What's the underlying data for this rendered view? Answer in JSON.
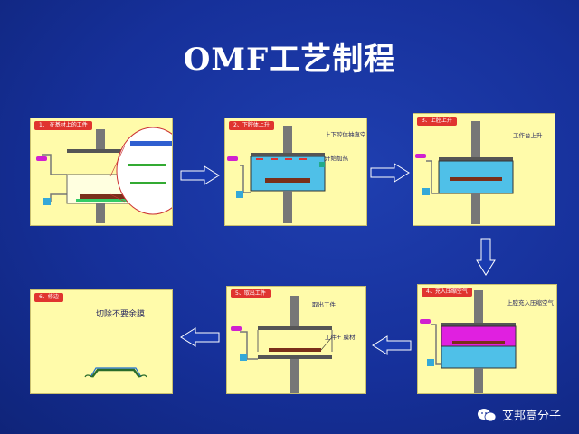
{
  "title": "OMF工艺制程",
  "panels": [
    {
      "id": "p1",
      "step": "1、 在基材上的工件",
      "notes": []
    },
    {
      "id": "p2",
      "step": "2、下腔体上升",
      "notes": [
        "上下腔体抽真空",
        "开始加热"
      ]
    },
    {
      "id": "p3",
      "step": "3、上腔上升",
      "notes": [
        "工作台上升"
      ]
    },
    {
      "id": "p4",
      "step": "4、充入压缩空气",
      "notes": [
        "上腔充入压缩空气"
      ]
    },
    {
      "id": "p5",
      "step": "5、取出工件",
      "notes": [
        "取出工件",
        "工件+ 膜材"
      ]
    },
    {
      "id": "p6",
      "step": "6、修边",
      "notes": [
        "切除不要余膜"
      ]
    }
  ],
  "footer": {
    "brand": "艾邦高分子"
  },
  "colors": {
    "background": "#16309a",
    "panel": "#fffbaa",
    "step_tag": "#e0342f",
    "chamber_water": "#4fc0e8",
    "chamber_magenta": "#e020e0",
    "film": "#7a2f1a"
  }
}
